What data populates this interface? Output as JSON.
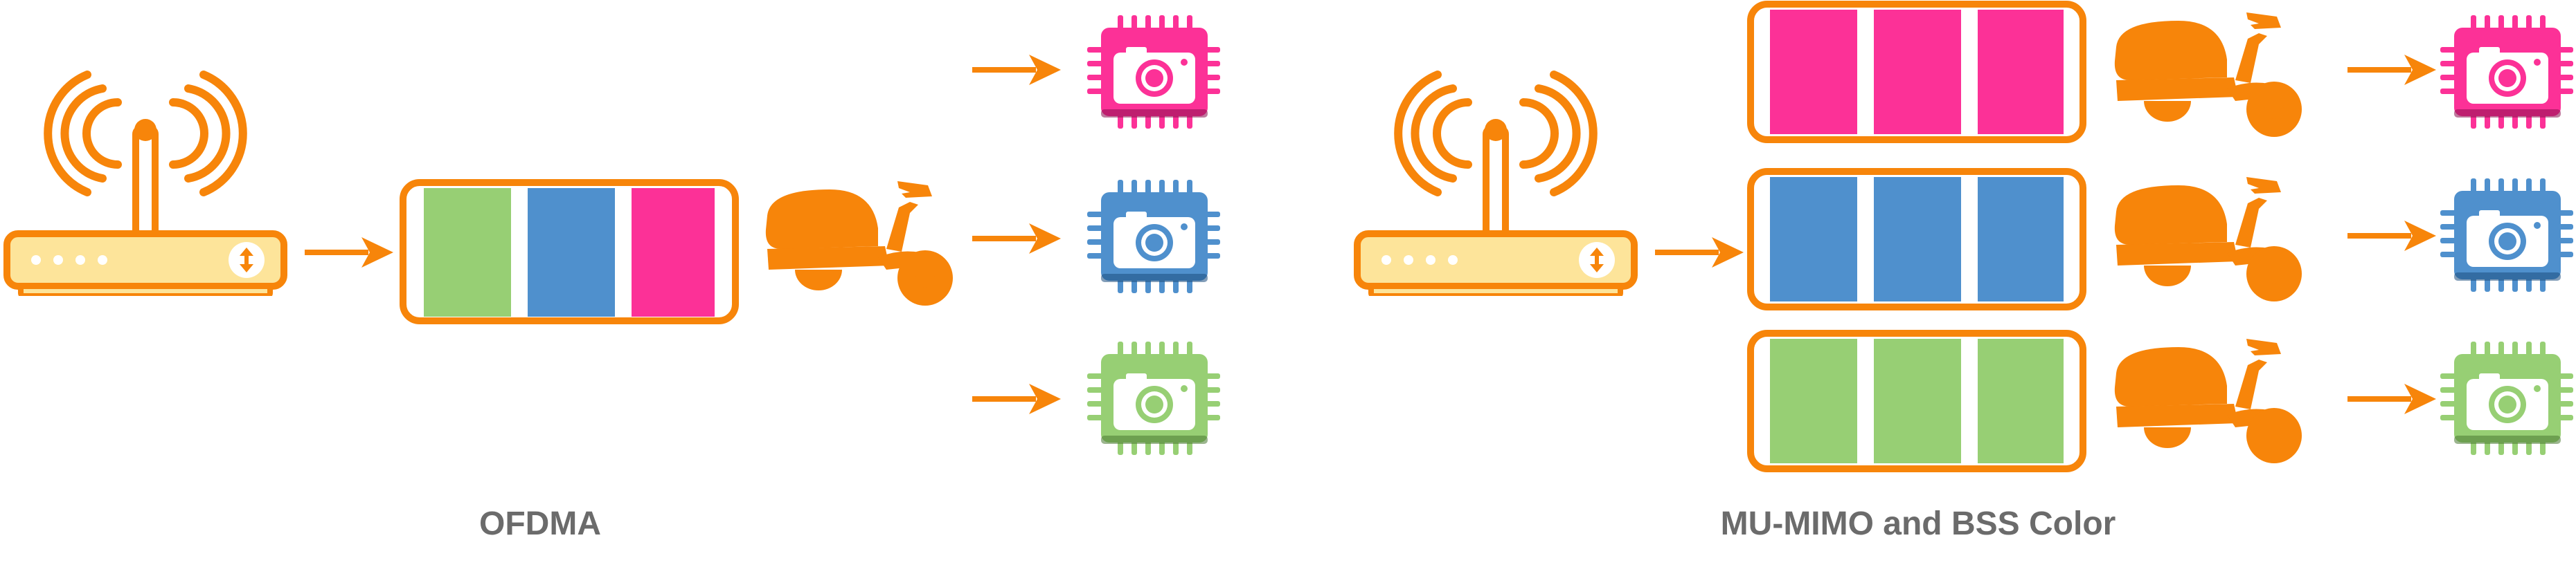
{
  "captions": {
    "left": "OFDMA",
    "right": "MU-MIMO and BSS Color"
  },
  "colors": {
    "accent": "#f7850a",
    "router_fill": "#fde49a",
    "green": "#97cf74",
    "blue": "#4f90cd",
    "pink": "#fc3197",
    "caption": "#6b6b6b"
  },
  "icons": {
    "router": "wifi-router-icon",
    "scooter": "scooter-icon",
    "device": "camera-chip-icon",
    "arrow": "arrow-right-icon"
  },
  "ofdma": {
    "packet_segments": [
      "green",
      "blue",
      "pink"
    ],
    "devices": [
      "pink",
      "blue",
      "green"
    ]
  },
  "mu_mimo": {
    "streams": [
      {
        "color": "pink",
        "segments": 3
      },
      {
        "color": "blue",
        "segments": 3
      },
      {
        "color": "green",
        "segments": 3
      }
    ],
    "devices": [
      "pink",
      "blue",
      "green"
    ]
  }
}
